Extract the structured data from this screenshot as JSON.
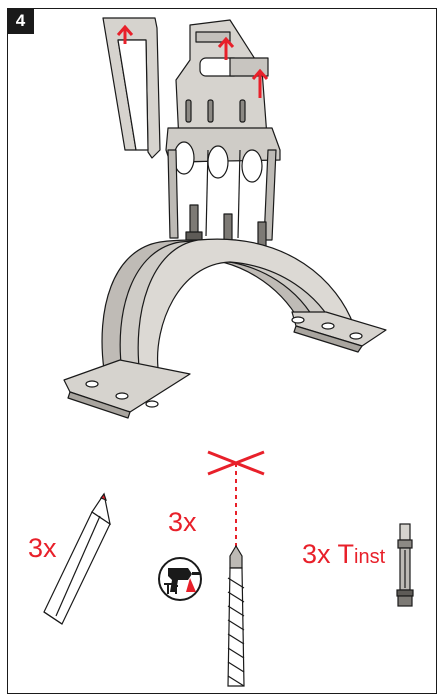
{
  "step": {
    "number": "4"
  },
  "tools": {
    "pencil": {
      "count": "3x"
    },
    "drill": {
      "count": "3x"
    },
    "anchor": {
      "count": "3x T",
      "subscript": "inst"
    }
  },
  "colors": {
    "accent": "#e8202a",
    "metal": "#d6d3ce",
    "metal_dark": "#a9a59f",
    "outline": "#1a1a1a"
  },
  "icons": [
    "pencil-icon",
    "drill-hammer-icon",
    "drill-bit-icon",
    "anchor-bolt-icon",
    "arrow-up-icon",
    "cross-mark-icon"
  ]
}
